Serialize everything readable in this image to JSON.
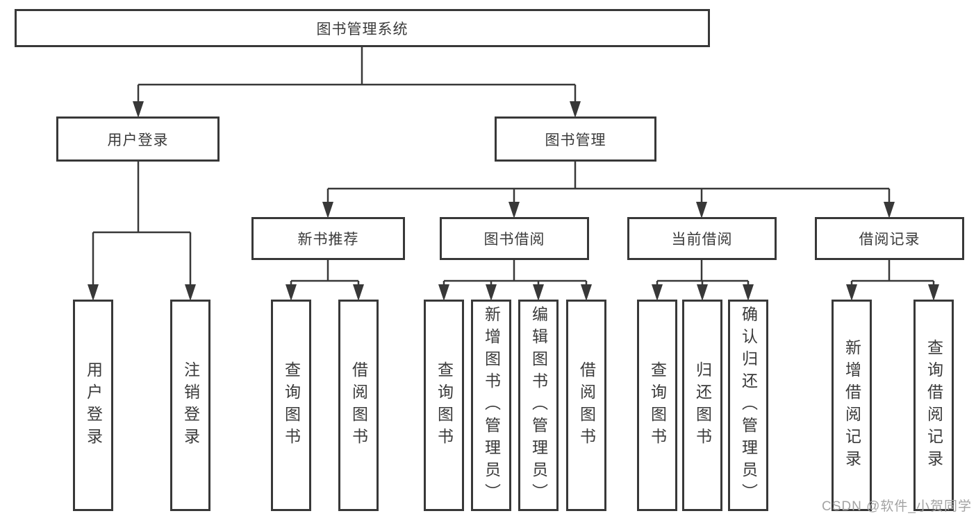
{
  "tree": {
    "root": "图书管理系统",
    "l2": [
      {
        "label": "用户登录",
        "leaves": [
          "用户登录",
          "注销登录"
        ]
      },
      {
        "label": "图书管理",
        "groups": [
          {
            "label": "新书推荐",
            "leaves": [
              "查询图书",
              "借阅图书"
            ]
          },
          {
            "label": "图书借阅",
            "leaves": [
              "查询图书",
              "新增图书（管理员）",
              "编辑图书（管理员）",
              "借阅图书"
            ]
          },
          {
            "label": "当前借阅",
            "leaves": [
              "查询图书",
              "归还图书",
              "确认归还（管理员）"
            ]
          },
          {
            "label": "借阅记录",
            "leaves": [
              "新增借阅记录",
              "查询借阅记录"
            ]
          }
        ]
      }
    ]
  },
  "watermark": {
    "text": "CSDN @软件_小贺同学"
  },
  "colors": {
    "line": "#383838",
    "border": "#383838",
    "text": "#3a3a3a",
    "watermark": "#a3a3a3",
    "background": "#ffffff"
  }
}
